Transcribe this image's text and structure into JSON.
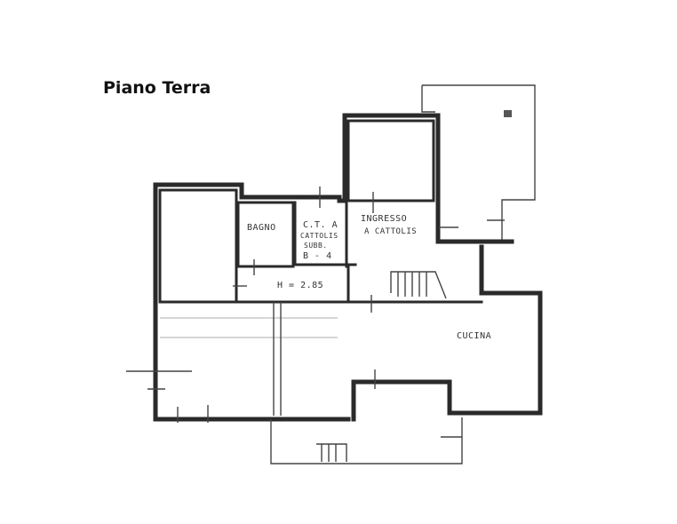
{
  "plan": {
    "title": "Piano Terra",
    "rooms": {
      "bagno": "BAGNO",
      "ct_line1": "C.T. A",
      "ct_line2": "CATTOLIS",
      "ct_line3": "SUBB.",
      "ct_line4": "B - 4",
      "ingresso_line1": "INGRESSO",
      "ingresso_line2": "A CATTOLIS",
      "height": "H = 2.85",
      "cucina": "CUCINA"
    }
  }
}
